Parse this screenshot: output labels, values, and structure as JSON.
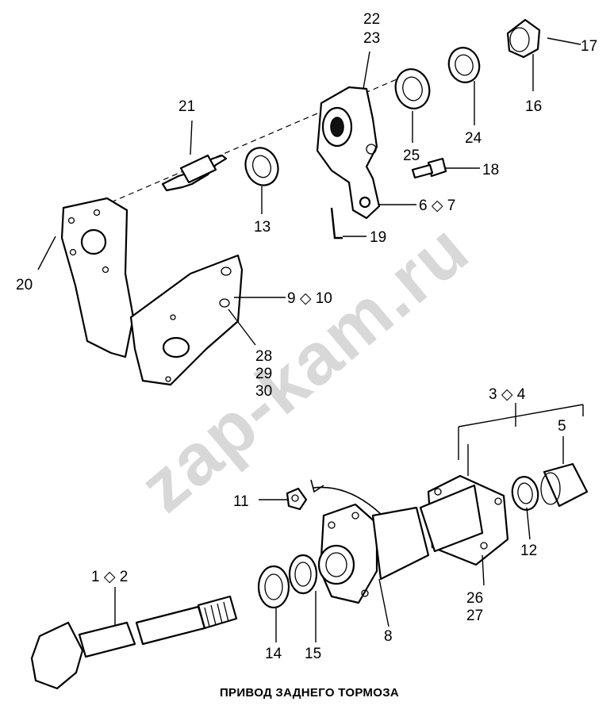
{
  "caption": "ПРИВОД ЗАДНЕГО ТОРМОЗА",
  "watermark": "zap-kam.ru",
  "labels": {
    "l22": "22",
    "l23": "23",
    "l17": "17",
    "l16": "16",
    "l21": "21",
    "l24": "24",
    "l25": "25",
    "l18": "18",
    "l13": "13",
    "l6_7": "6 ◇ 7",
    "l19": "19",
    "l20": "20",
    "l9_10": "9 ◇ 10",
    "l28": "28",
    "l29": "29",
    "l30": "30",
    "l3_4": "3 ◇ 4",
    "l5": "5",
    "l11": "11",
    "l12": "12",
    "l26": "26",
    "l27": "27",
    "l1_2": "1 ◇ 2",
    "l8": "8",
    "l14": "14",
    "l15": "15"
  }
}
